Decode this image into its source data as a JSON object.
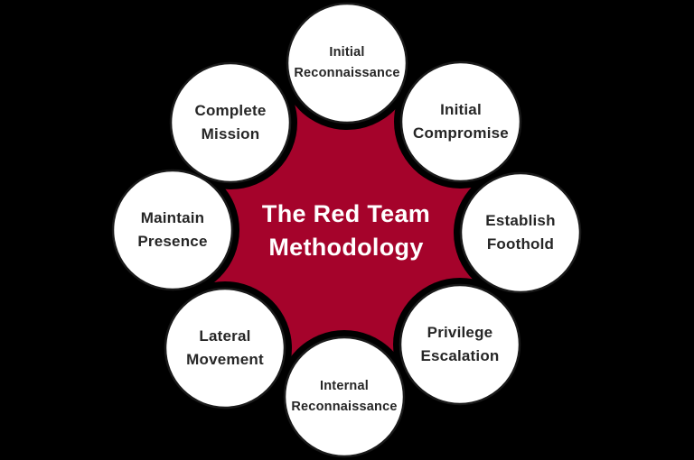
{
  "diagram": {
    "title_lines": [
      "The Red Team",
      "Methodology"
    ],
    "nodes": [
      {
        "id": "initial-reconnaissance",
        "lines": [
          "Initial",
          "Reconnaissance"
        ]
      },
      {
        "id": "initial-compromise",
        "lines": [
          "Initial",
          "Compromise"
        ]
      },
      {
        "id": "establish-foothold",
        "lines": [
          "Establish",
          "Foothold"
        ]
      },
      {
        "id": "privilege-escalation",
        "lines": [
          "Privilege",
          "Escalation"
        ]
      },
      {
        "id": "internal-reconnaissance",
        "lines": [
          "Internal",
          "Reconnaissance"
        ]
      },
      {
        "id": "lateral-movement",
        "lines": [
          "Lateral",
          "Movement"
        ]
      },
      {
        "id": "maintain-presence",
        "lines": [
          "Maintain",
          "Presence"
        ]
      },
      {
        "id": "complete-mission",
        "lines": [
          "Complete",
          "Mission"
        ]
      }
    ]
  },
  "colors": {
    "background": "#000000",
    "center_fill": "#A5032B",
    "center_text": "#FFFFFF",
    "node_fill": "#FFFFFF",
    "node_outline": "#1A1A1A",
    "node_text": "#262626"
  }
}
